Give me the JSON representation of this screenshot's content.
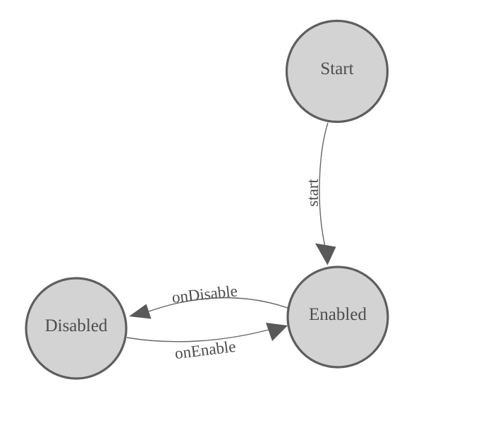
{
  "page": {
    "background": "#ffffff"
  },
  "diagram": {
    "type": "state-machine",
    "colors": {
      "node_fill": "#d3d3d3",
      "node_stroke": "#5e5e5e",
      "edge_line": "#666666",
      "arrowhead": "#595959",
      "label_text": "#4d4d4d"
    },
    "nodes": [
      {
        "id": "start",
        "label": "Start"
      },
      {
        "id": "enabled",
        "label": "Enabled"
      },
      {
        "id": "disabled",
        "label": "Disabled"
      }
    ],
    "edges": [
      {
        "from": "start",
        "to": "enabled",
        "label": "start"
      },
      {
        "from": "enabled",
        "to": "disabled",
        "label": "onDisable"
      },
      {
        "from": "disabled",
        "to": "enabled",
        "label": "onEnable"
      }
    ]
  }
}
